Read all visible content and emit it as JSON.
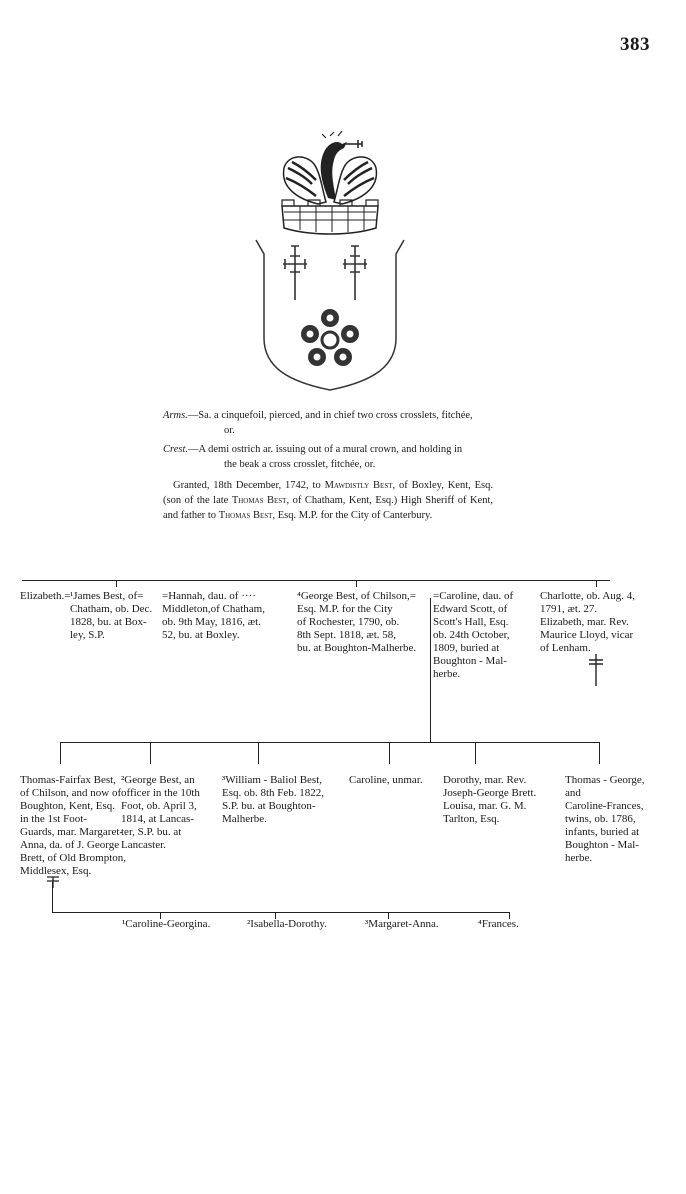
{
  "page_number": "383",
  "arms": {
    "arms_label": "Arms.",
    "arms_text_1": "—Sa. a cinquefoil, pierced, and in chief two cross crosslets, fitchée,",
    "arms_text_2": "or.",
    "crest_label": "Crest.",
    "crest_text_1": "—A demi ostrich ar. issuing out of a mural crown, and holding in",
    "crest_text_2": "the beak a cross crosslet, fitchée, or."
  },
  "grant": {
    "text_a": "Granted, 18th December, 1742, to ",
    "name_1": "Mawdistly Best",
    "text_b": ", of Boxley, Kent, Esq. (son of the late ",
    "name_2": "Thomas Best",
    "text_c": ", of Chatham, Kent, Esq.) High Sheriff of Kent, and father to ",
    "name_3": "Thomas Best",
    "text_d": ", Esq. M.P. for the City of Canterbury."
  },
  "generation_1": [
    {
      "text": "Elizabeth.="
    },
    {
      "text": "¹James Best, of=\nChatham, ob. Dec.\n1828, bu. at Box-\nley, S.P."
    },
    {
      "text": "=Hannah, dau. of ····\nMiddleton,of Chatham,\nob. 9th May, 1816, æt.\n52, bu. at Boxley."
    },
    {
      "text": "⁴George Best, of Chilson,=\nEsq. M.P. for the City\nof Rochester, 1790, ob.\n8th Sept. 1818, æt. 58,\nbu. at Boughton-Malherbe."
    },
    {
      "text": "=Caroline, dau. of\nEdward Scott, of\nScott's Hall, Esq.\nob. 24th October,\n1809, buried at\nBoughton - Mal-\nherbe."
    },
    {
      "text": "Charlotte, ob. Aug. 4,\n1791, æt. 27.\nElizabeth, mar. Rev.\nMaurice Lloyd, vicar\nof Lenham."
    }
  ],
  "generation_2": [
    {
      "text": "Thomas-Fairfax Best,\nof Chilson, and now of\nBoughton, Kent, Esq.\nin the 1st Foot-\nGuards, mar. Margaret-\nAnna, da. of J. George\nBrett, of Old Brompton,\nMiddlesex, Esq."
    },
    {
      "text": "²George Best, an\nofficer in the 10th\nFoot, ob. April 3,\n1814, at Lancas-\nter, S.P. bu. at\nLancaster."
    },
    {
      "text": "³William - Baliol Best,\nEsq. ob. 8th Feb. 1822,\nS.P. bu. at Boughton-\nMalherbe."
    },
    {
      "text": "Caroline, unmar."
    },
    {
      "text": "Dorothy, mar. Rev.\nJoseph-George Brett.\nLouisa, mar. G. M.\nTarlton, Esq."
    },
    {
      "text": "Thomas - George,\nand\nCaroline-Frances,\ntwins, ob. 1786,\ninfants, buried at\nBoughton - Mal-\nherbe."
    }
  ],
  "generation_3": [
    {
      "text": "¹Caroline-Georgina."
    },
    {
      "text": "²Isabella-Dorothy."
    },
    {
      "text": "³Margaret-Anna."
    },
    {
      "text": "⁴Frances."
    }
  ]
}
